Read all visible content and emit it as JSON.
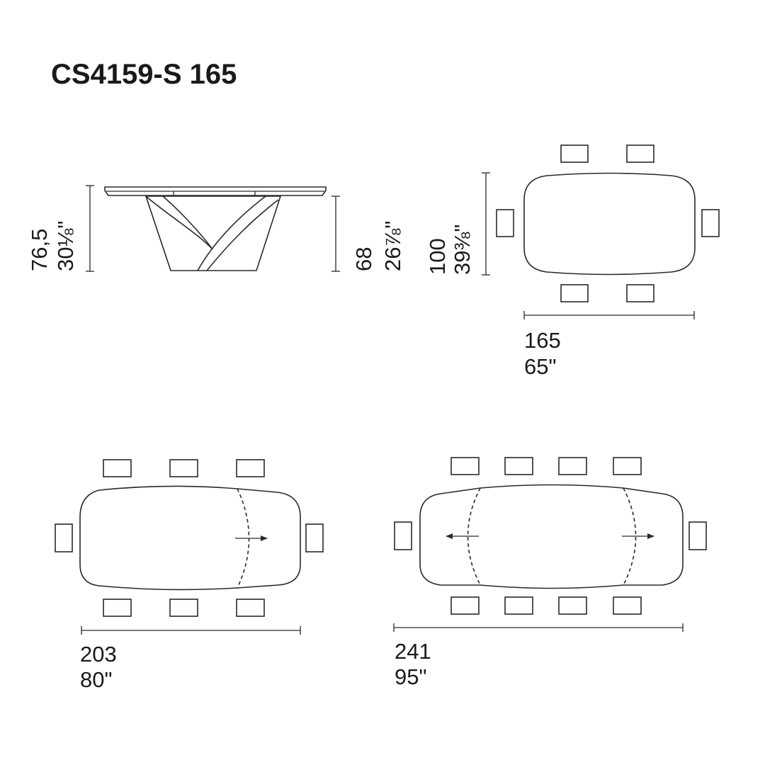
{
  "title": "CS4159-S 165",
  "side_view": {
    "height_cm": "76,5",
    "height_in": "30⅛\"",
    "leg_height_cm": "68",
    "leg_height_in": "26⅞\""
  },
  "top_view": {
    "depth_cm": "100",
    "depth_in": "39⅜\"",
    "width_cm": "165",
    "width_in": "65\"",
    "chairs": 6
  },
  "extended_one": {
    "width_cm": "203",
    "width_in": "80\"",
    "chairs": 8
  },
  "extended_two": {
    "width_cm": "241",
    "width_in": "95\"",
    "chairs": 10
  }
}
